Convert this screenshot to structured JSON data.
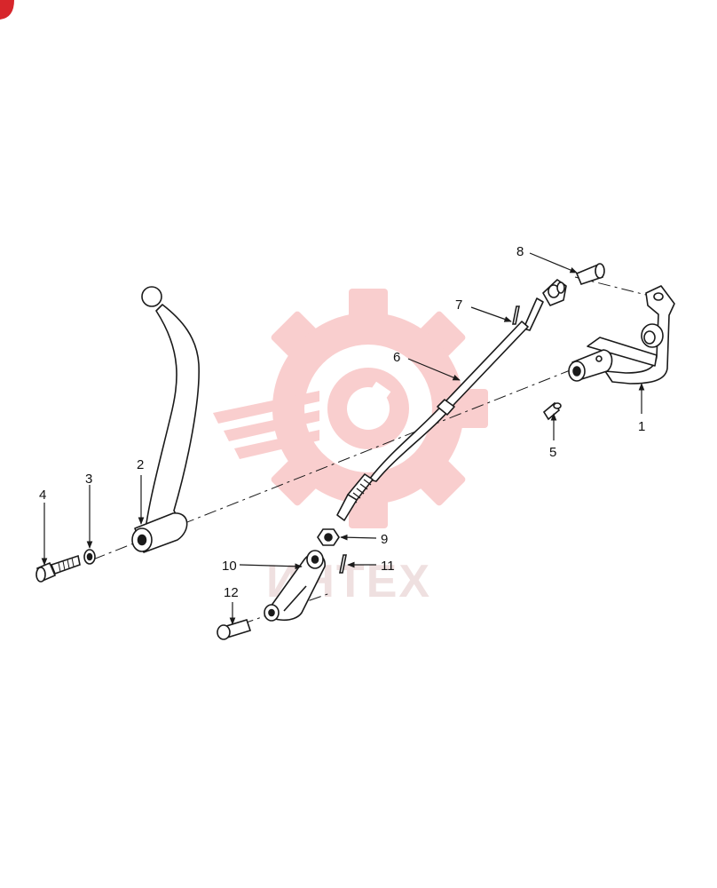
{
  "watermark": {
    "text": "ИНТЕХ",
    "color": "#f5c6c6"
  },
  "corner_badge_color": "#d7262b",
  "line_color": "#1a1a1a",
  "callouts": [
    {
      "id": "1",
      "text": "1"
    },
    {
      "id": "2",
      "text": "2"
    },
    {
      "id": "3",
      "text": "3"
    },
    {
      "id": "4",
      "text": "4"
    },
    {
      "id": "5",
      "text": "5"
    },
    {
      "id": "6",
      "text": "6"
    },
    {
      "id": "7",
      "text": "7"
    },
    {
      "id": "8",
      "text": "8"
    },
    {
      "id": "9",
      "text": "9"
    },
    {
      "id": "10",
      "text": "10"
    },
    {
      "id": "11",
      "text": "11"
    },
    {
      "id": "12",
      "text": "12"
    }
  ]
}
